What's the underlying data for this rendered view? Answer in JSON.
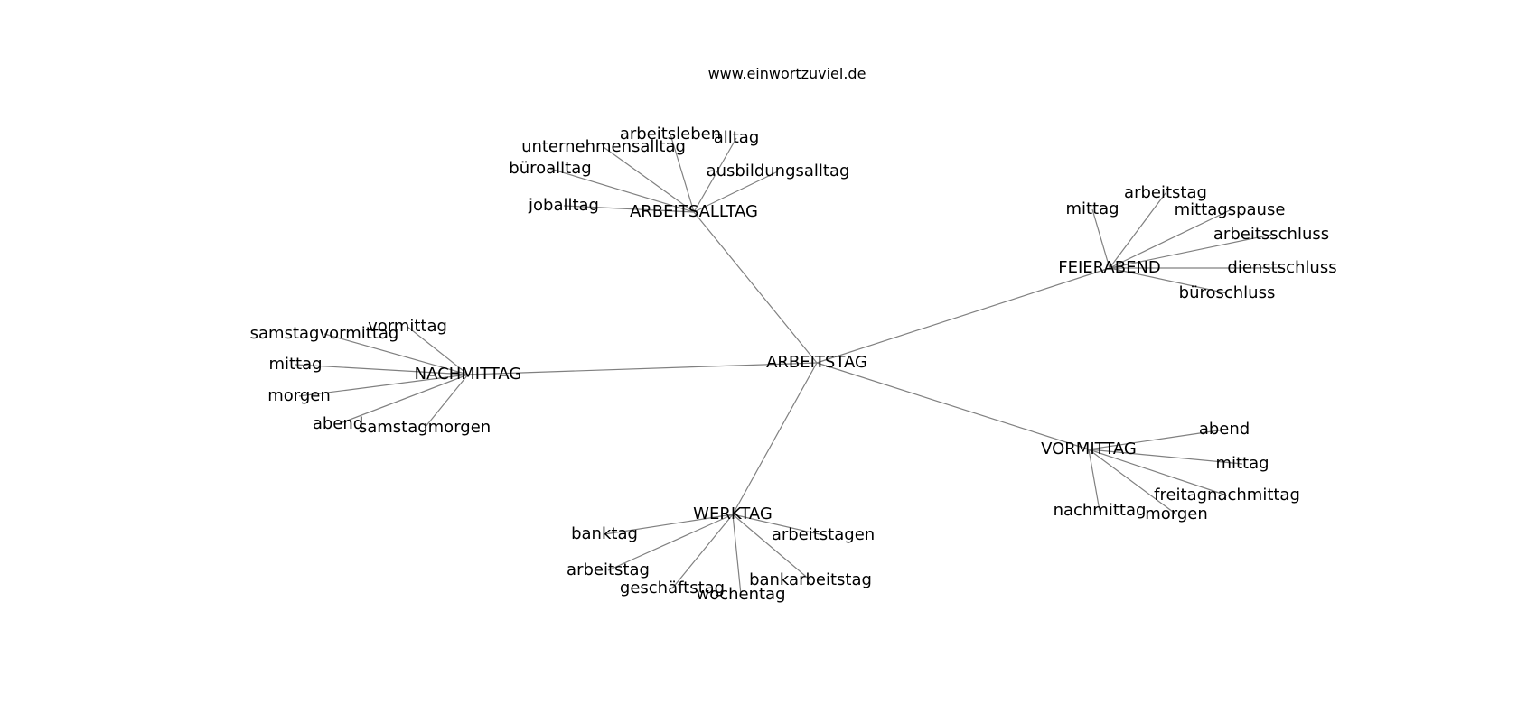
{
  "watermark": "www.einwortzuviel.de",
  "colors": {
    "edge": "#808080",
    "text": "#000000",
    "background": "#ffffff"
  },
  "graph": {
    "center": "ARBEITSTAG",
    "clusters": [
      {
        "id": "arbeitsalltag",
        "label": "ARBEITSALLTAG",
        "leaves": [
          "unternehmensalltag",
          "arbeitsleben",
          "alltag",
          "büroalltag",
          "ausbildungsalltag",
          "joballtag"
        ]
      },
      {
        "id": "feierabend",
        "label": "FEIERABEND",
        "leaves": [
          "mittag",
          "arbeitstag",
          "mittagspause",
          "arbeitsschluss",
          "dienstschluss",
          "büroschluss"
        ]
      },
      {
        "id": "nachmittag",
        "label": "NACHMITTAG",
        "leaves": [
          "samstagvormittag",
          "vormittag",
          "mittag",
          "morgen",
          "abend",
          "samstagmorgen"
        ]
      },
      {
        "id": "vormittag",
        "label": "VORMITTAG",
        "leaves": [
          "abend",
          "mittag",
          "freitagnachmittag",
          "nachmittag",
          "morgen"
        ]
      },
      {
        "id": "werktag",
        "label": "WERKTAG",
        "leaves": [
          "banktag",
          "arbeitstagen",
          "arbeitstag",
          "bankarbeitstag",
          "geschäftstag",
          "wochentag"
        ]
      }
    ]
  }
}
